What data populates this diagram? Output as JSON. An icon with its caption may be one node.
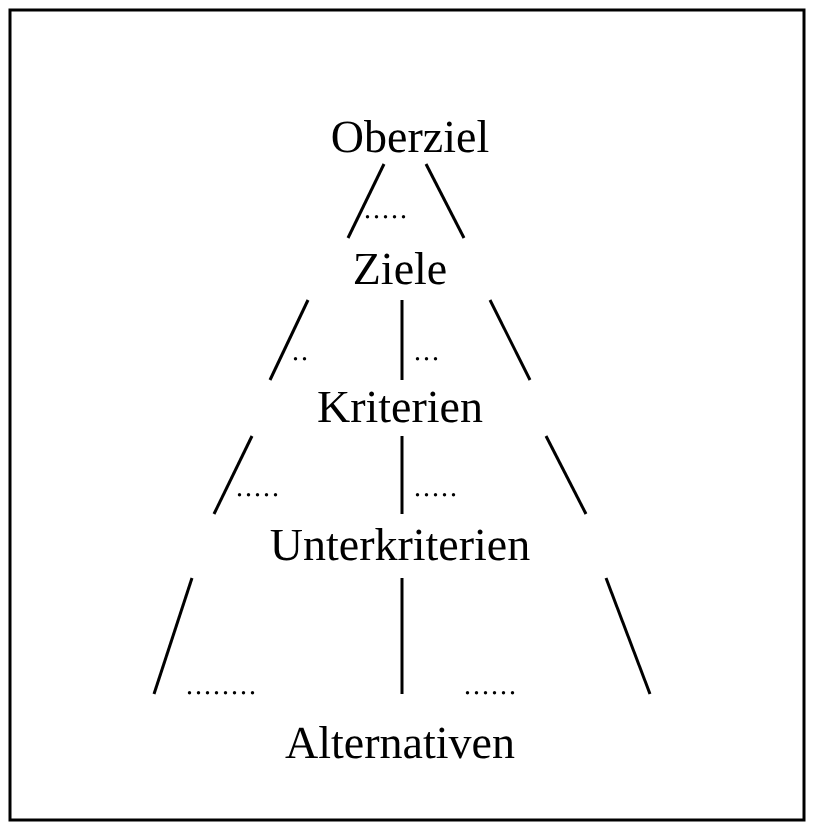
{
  "diagram": {
    "nodes": [
      {
        "text": [
          "Oberziel"
        ]
      },
      {
        "text": [
          "Ziele"
        ]
      },
      {
        "text": [
          "Kriterien"
        ]
      },
      {
        "text": [
          "Unterkriterien"
        ]
      },
      {
        "text": [
          "Alternativen"
        ]
      }
    ],
    "edges": [
      {
        "from": 0,
        "to": 1,
        "arrow": "none"
      },
      {
        "from": 0,
        "to": 1,
        "arrow": "none"
      },
      {
        "from": 1,
        "to": 2,
        "arrow": "none"
      },
      {
        "from": 1,
        "to": 2,
        "arrow": "none"
      },
      {
        "from": 1,
        "to": 2,
        "arrow": "none"
      },
      {
        "from": 2,
        "to": 3,
        "arrow": "none"
      },
      {
        "from": 2,
        "to": 3,
        "arrow": "none"
      },
      {
        "from": 2,
        "to": 3,
        "arrow": "none"
      },
      {
        "from": 3,
        "to": 4,
        "arrow": "none"
      },
      {
        "from": 3,
        "to": 4,
        "arrow": "none"
      },
      {
        "from": 3,
        "to": 4,
        "arrow": "none"
      }
    ],
    "labels": [
      ".....",
      "..",
      "...",
      ".....",
      ".....",
      "........",
      "......"
    ]
  }
}
